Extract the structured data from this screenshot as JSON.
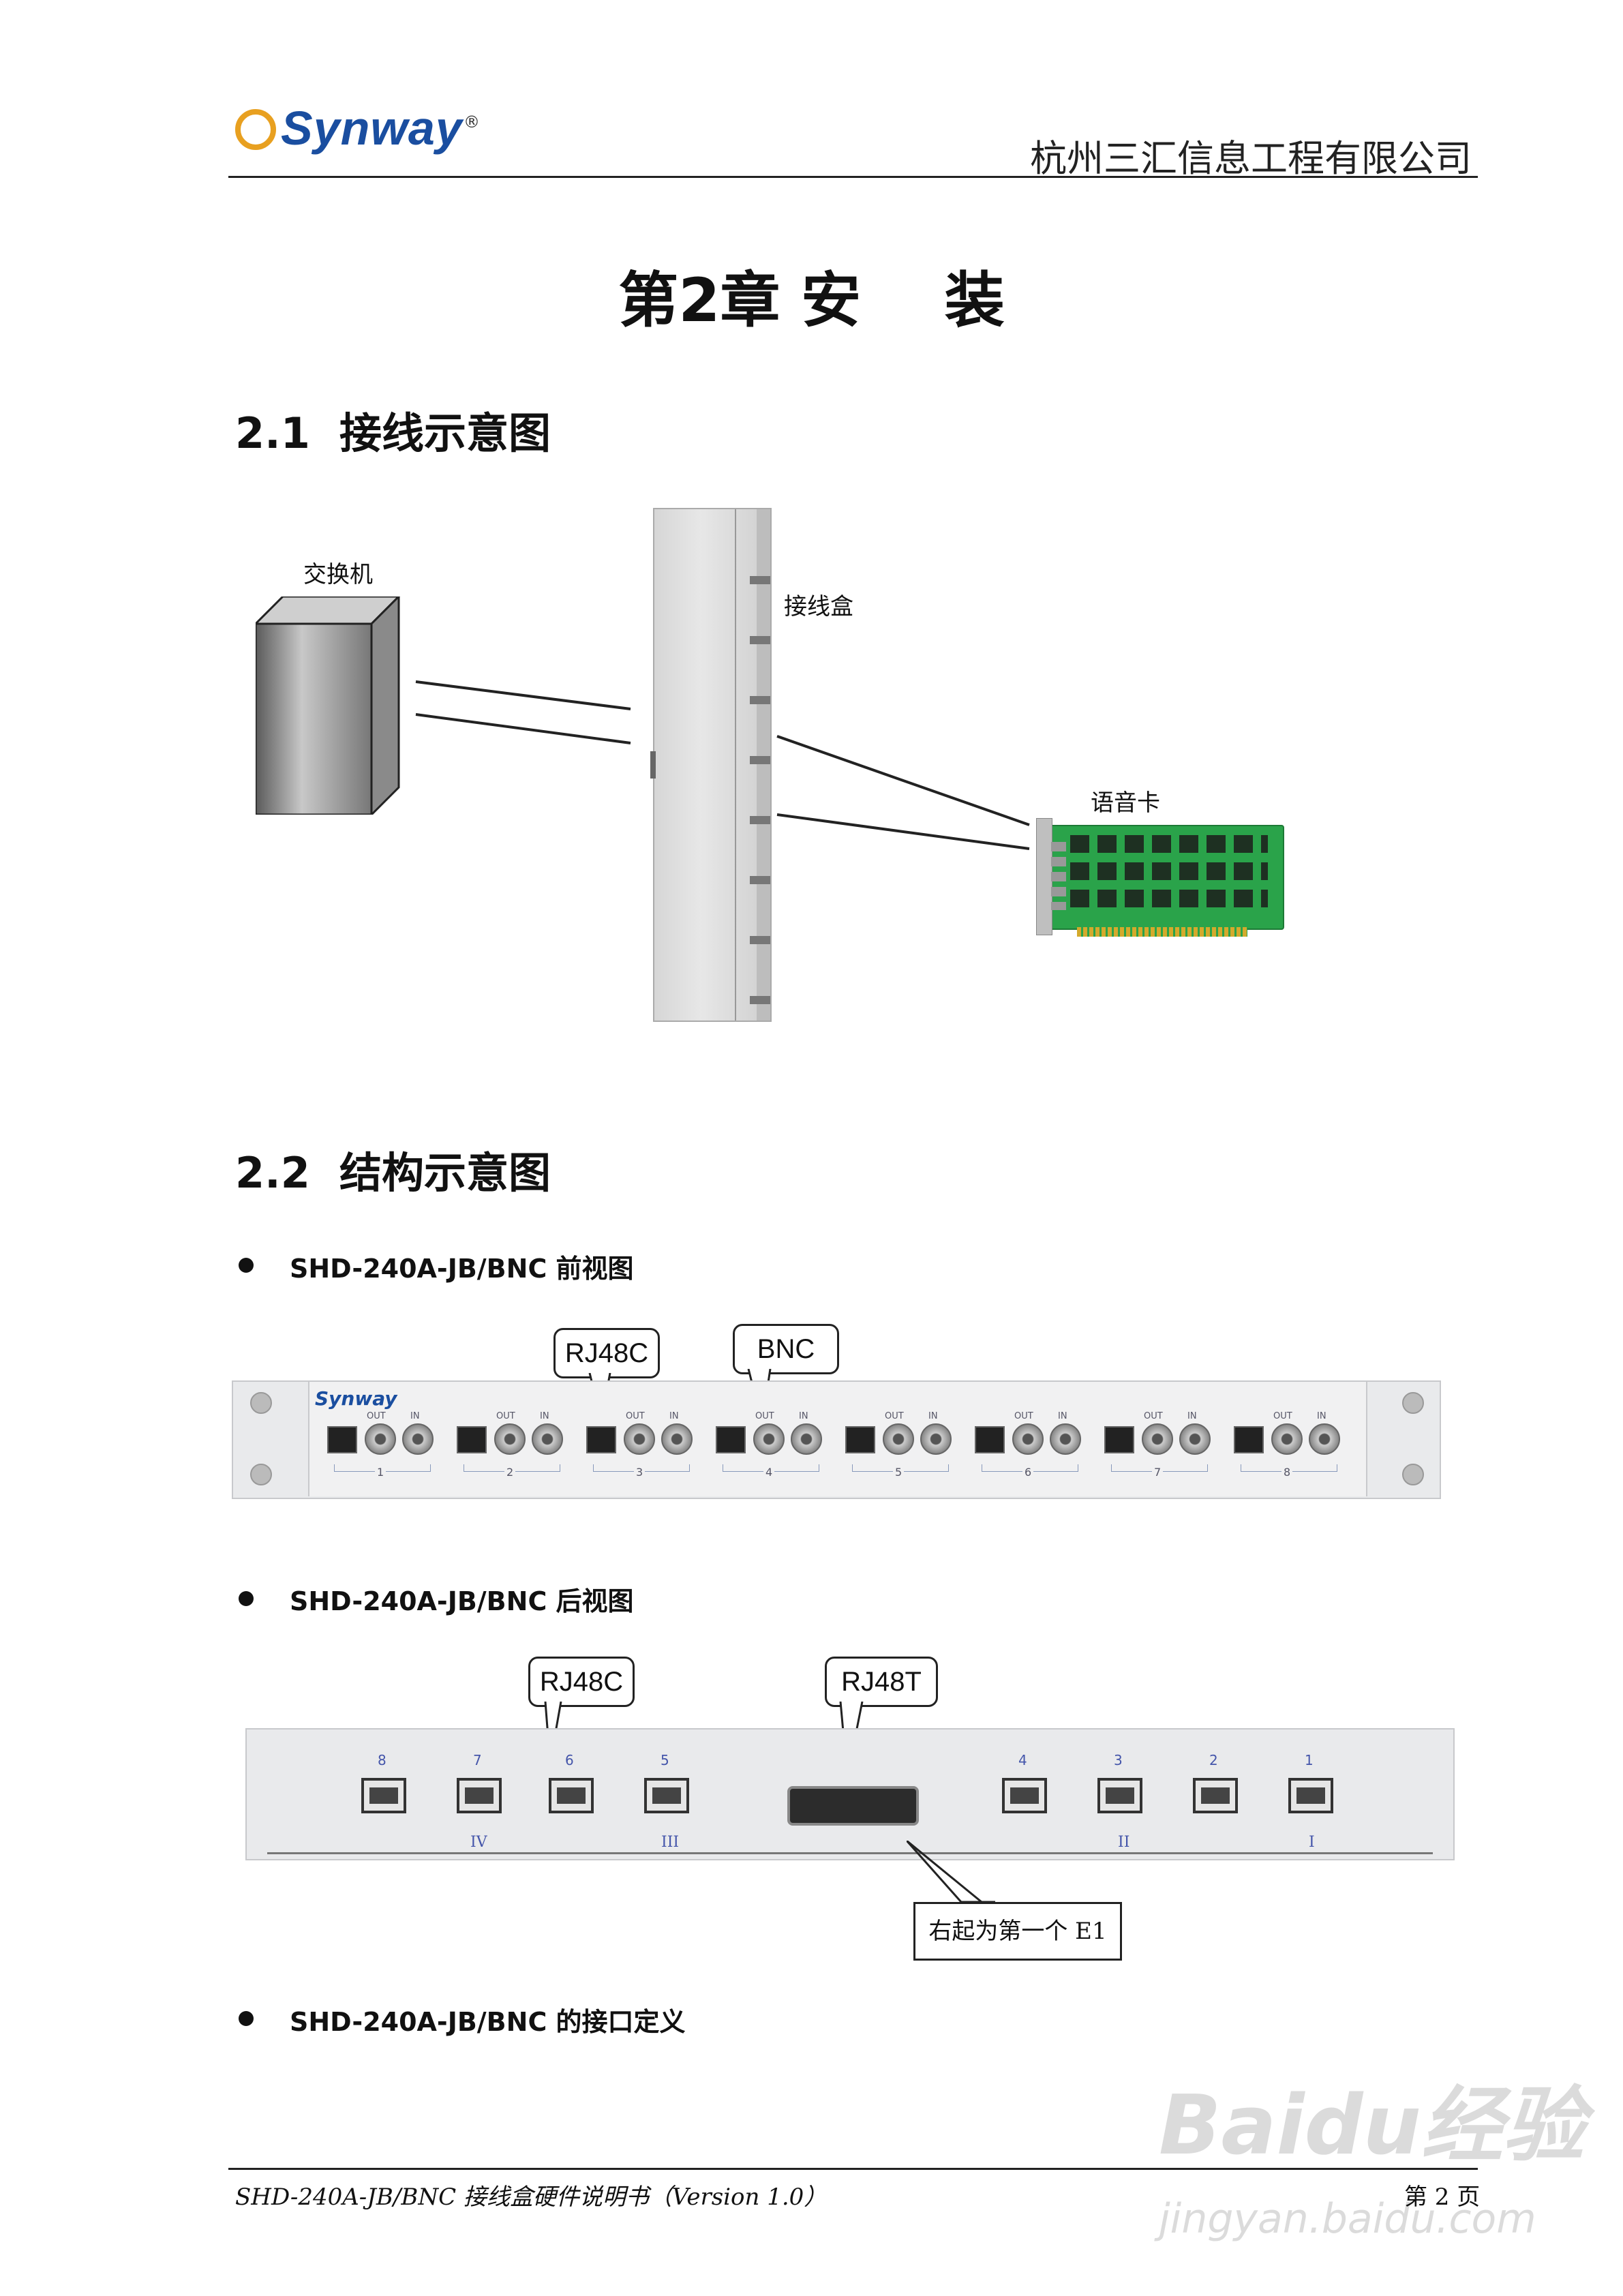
{
  "header": {
    "logo": "Synway",
    "logo_mark": "®",
    "company": "杭州三汇信息工程有限公司"
  },
  "chapter_title": "第2章 安    装",
  "section_1": {
    "heading": "2.1  接线示意图",
    "labels": {
      "switch": "交换机",
      "junction_box": "接线盒",
      "voice_card": "语音卡"
    }
  },
  "section_2": {
    "heading": "2.2  结构示意图",
    "front": {
      "caption": "SHD-240A-JB/BNC 前视图",
      "callouts": [
        "RJ48C",
        "BNC"
      ],
      "panel_logo": "Synway",
      "port_text": {
        "out": "OUT",
        "in": "IN"
      },
      "port_numbers": [
        "1",
        "2",
        "3",
        "4",
        "5",
        "6",
        "7",
        "8"
      ]
    },
    "rear": {
      "caption": "SHD-240A-JB/BNC 后视图",
      "callouts": [
        "RJ48C",
        "RJ48T"
      ],
      "left_numbers": [
        "8",
        "7",
        "6",
        "5"
      ],
      "right_numbers": [
        "4",
        "3",
        "2",
        "1"
      ],
      "roman_left": [
        "IV",
        "III"
      ],
      "roman_right": [
        "II",
        "I"
      ],
      "note": "右起为第一个 E1"
    },
    "interface": {
      "caption": "SHD-240A-JB/BNC 的接口定义"
    }
  },
  "footer": {
    "left": "SHD-240A-JB/BNC 接线盒硬件说明书（Version 1.0）",
    "right": "第 2 页"
  },
  "watermark": {
    "brand": "Baidu经验",
    "url": "jingyan.baidu.com"
  }
}
